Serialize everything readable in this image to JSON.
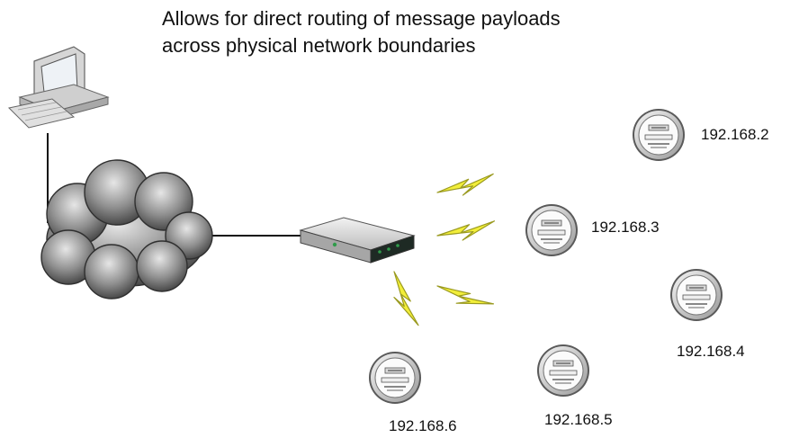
{
  "caption": {
    "line1": "Allows for direct routing of message payloads",
    "line2": "across physical network boundaries"
  },
  "meters": [
    {
      "label": "192.168.2"
    },
    {
      "label": "192.168.3"
    },
    {
      "label": "192.168.4"
    },
    {
      "label": "192.168.5"
    },
    {
      "label": "192.168.6"
    }
  ],
  "icons": {
    "computer": "desktop-computer-icon",
    "cloud": "network-cloud-icon",
    "gateway": "wireless-gateway-icon",
    "meter": "utility-meter-icon",
    "signal": "wireless-signal-bolt-icon"
  },
  "colors": {
    "bolt_fill": "#f2ee3a",
    "bolt_stroke": "#9a9a20",
    "cloud": "#8f8f8f",
    "gateway_led": "#2f9b4a"
  }
}
